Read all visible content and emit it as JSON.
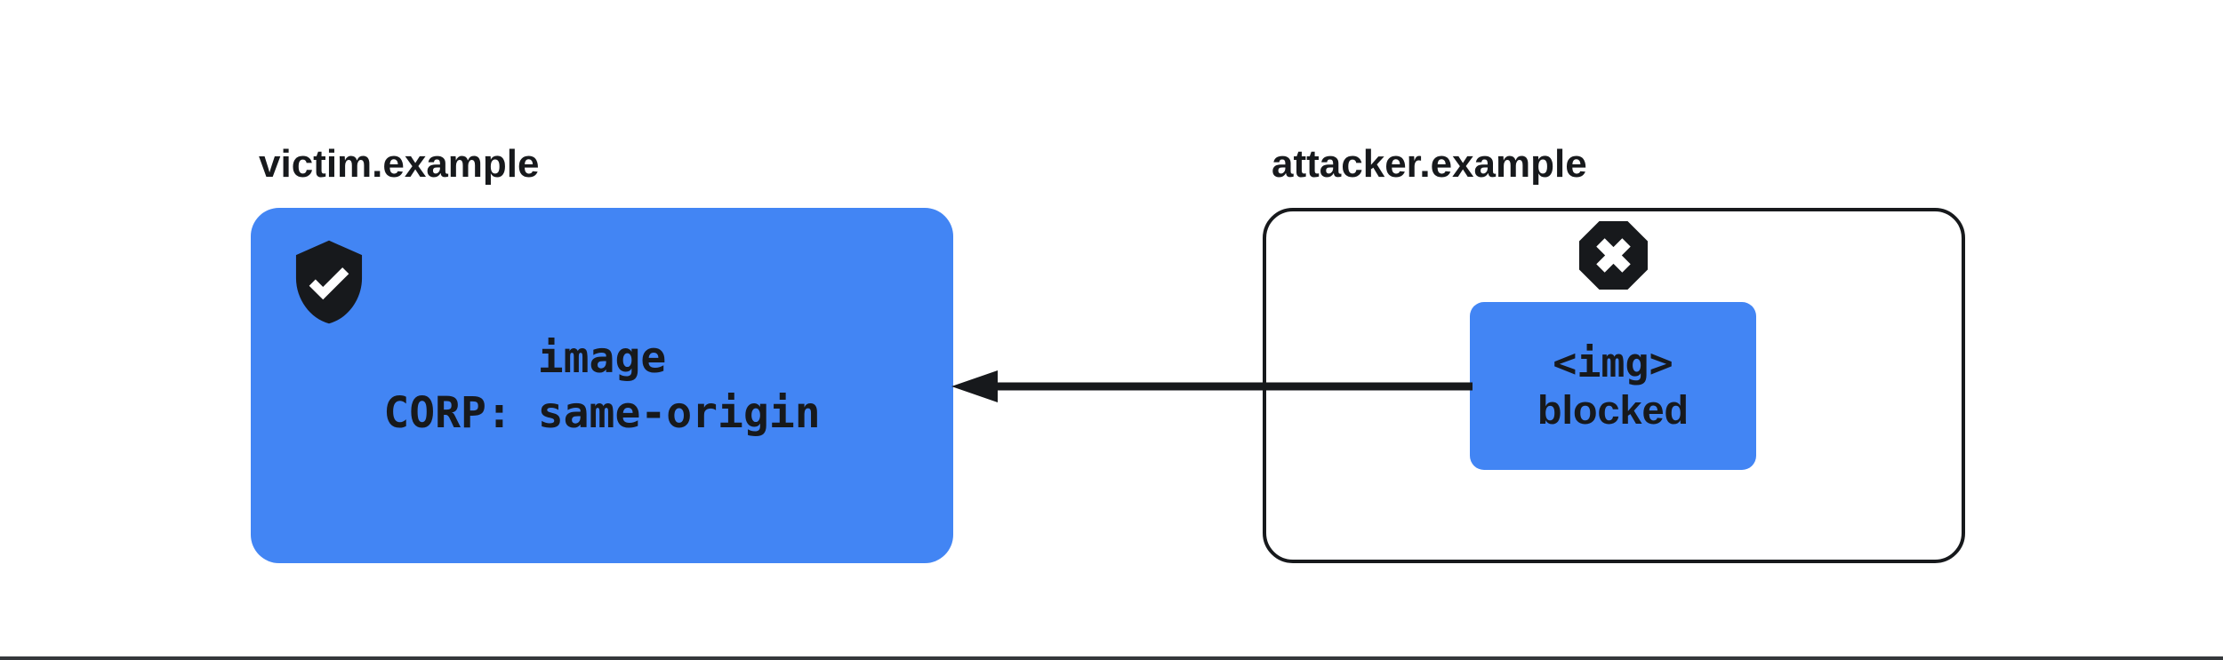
{
  "diagram": {
    "title_semantics": "CORP same-origin blocks cross-origin image embedding",
    "victim": {
      "label": "victim.example",
      "resource_line1": "image",
      "resource_line2": "CORP: same-origin",
      "icon": "shield-check-icon"
    },
    "attacker": {
      "label": "attacker.example",
      "icon": "octagon-x-icon",
      "blocked_line1": "<img>",
      "blocked_line2": "blocked"
    },
    "arrow": {
      "name": "blocked-request-arrow",
      "direction": "right-to-left"
    },
    "colors": {
      "blue": "#4285F4",
      "dark": "#17191C",
      "background": "#FFFFFF",
      "bottom_rule": "#35383B"
    }
  }
}
